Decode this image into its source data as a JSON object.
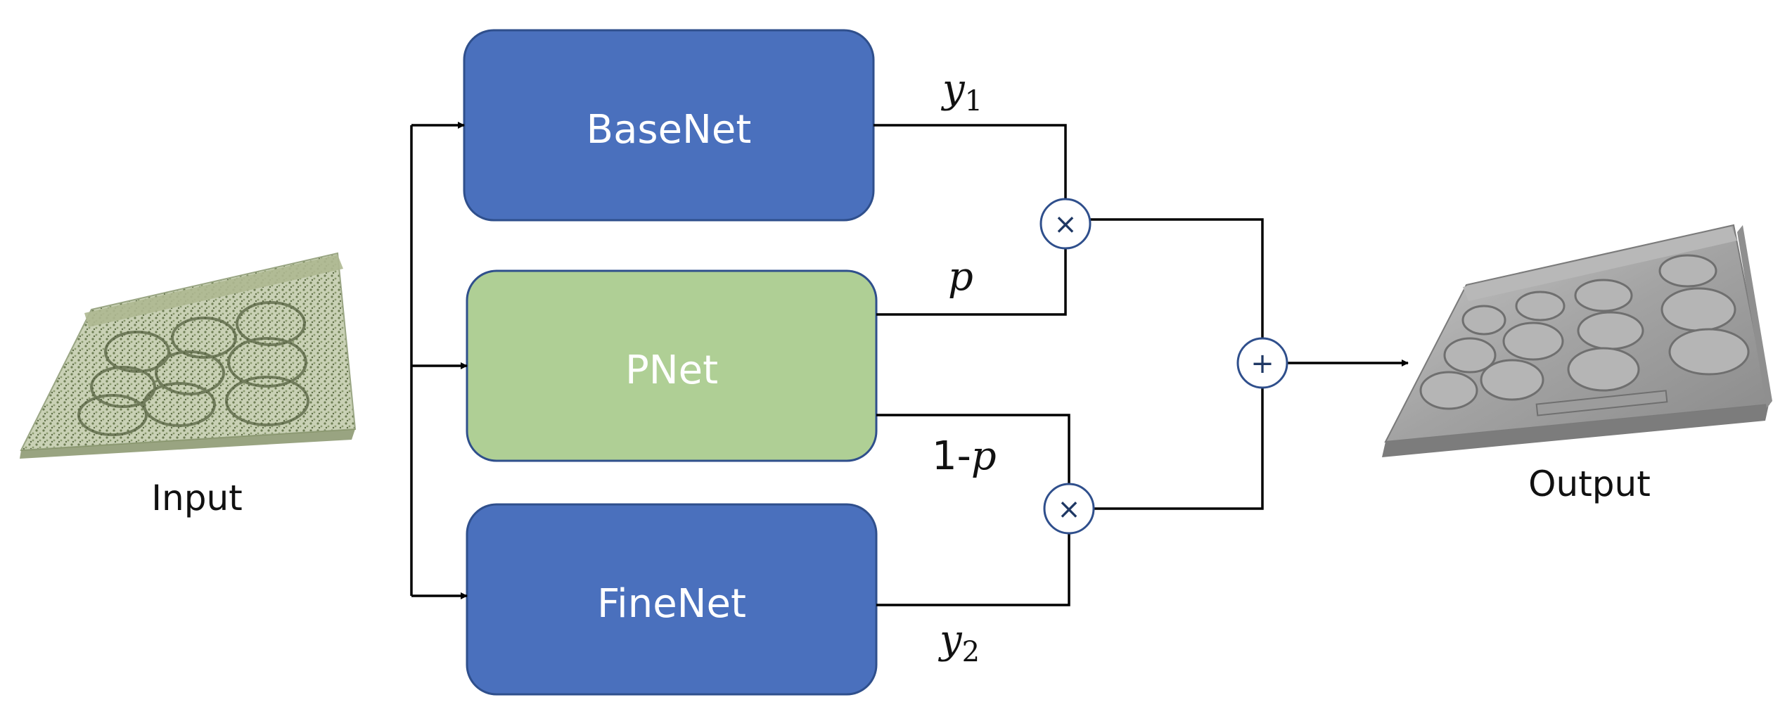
{
  "colors": {
    "basenet": "#4a70bd",
    "pnet": "#afcf95",
    "finenet": "#4a70bd",
    "box_stroke": "#2f4f8c",
    "operator_stroke": "#2f4f8c",
    "line": "#000000",
    "point_cloud": "#8a9a6e",
    "output_surface": "#9a9a9a"
  },
  "blocks": {
    "basenet": "BaseNet",
    "pnet": "PNet",
    "finenet": "FineNet"
  },
  "signals": {
    "y1_var": "y",
    "y1_sub": "1",
    "p": "p",
    "one_minus_prefix": "1-",
    "one_minus_var": "p",
    "y2_var": "y",
    "y2_sub": "2"
  },
  "operators": {
    "multiply_top": "×",
    "multiply_bottom": "×",
    "add": "+"
  },
  "captions": {
    "input": "Input",
    "output": "Output"
  },
  "icons": {
    "input": "point-cloud-plate",
    "output": "meshed-plate-surface"
  }
}
